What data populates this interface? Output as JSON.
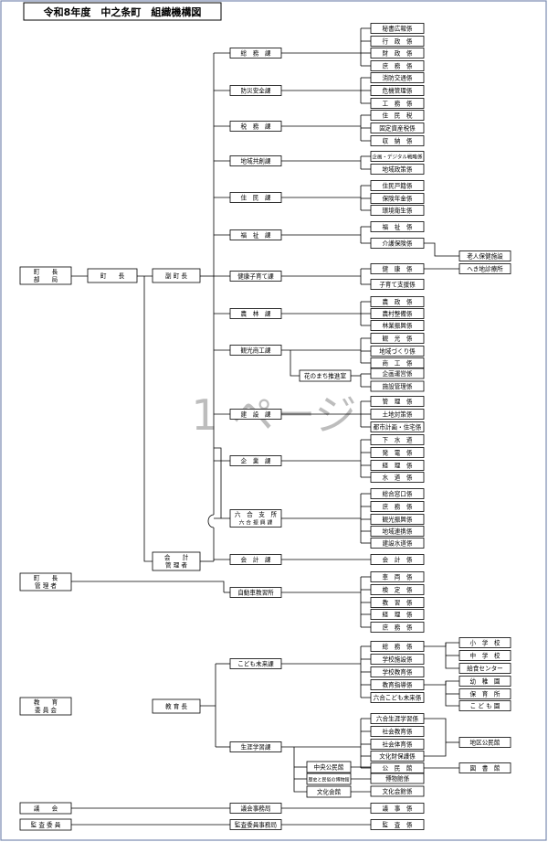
{
  "title": "令和8年度　中之条町　組織機構図",
  "watermark": "1 ページ",
  "heads": [
    {
      "id": "mayor_dept",
      "lines": [
        "町　　長",
        "部　　局"
      ]
    },
    {
      "id": "mayor",
      "lines": [
        "町　　長"
      ]
    },
    {
      "id": "vice_mayor",
      "lines": [
        "副 町 長"
      ]
    },
    {
      "id": "accountant",
      "lines": [
        "会　　計",
        "管 理 者"
      ]
    },
    {
      "id": "mayor_mgr",
      "lines": [
        "町　　長",
        "管 理 者"
      ]
    },
    {
      "id": "board",
      "lines": [
        "教　　育",
        "委 員 会"
      ]
    },
    {
      "id": "superintendent",
      "lines": [
        "教 育 長"
      ]
    },
    {
      "id": "assembly",
      "lines": [
        "議　　会"
      ]
    },
    {
      "id": "auditor",
      "lines": [
        "監 査 委 員"
      ]
    }
  ],
  "sections": [
    {
      "id": "somu",
      "lines": [
        "総　務　課"
      ],
      "units": [
        "秘書広報係",
        "行　政　係",
        "財　政　係",
        "庶　務　係"
      ]
    },
    {
      "id": "bousai",
      "lines": [
        "防災安全課"
      ],
      "units": [
        "消防交通係",
        "危機管理係",
        "工　務　係"
      ]
    },
    {
      "id": "zeimu",
      "lines": [
        "税　務　課"
      ],
      "units": [
        "住　民　税",
        "固定資産税係",
        "収　納　係"
      ]
    },
    {
      "id": "chiiki",
      "lines": [
        "地域共創課"
      ],
      "units": [
        "企画・デジタル戦略係",
        "地域政策係"
      ]
    },
    {
      "id": "jumin",
      "lines": [
        "住　民　課"
      ],
      "units": [
        "住民戸籍係",
        "保険年金係",
        "環境衛生係"
      ]
    },
    {
      "id": "fukushi",
      "lines": [
        "福　祉　課"
      ],
      "units": [
        "福　祉　係",
        "介護保険係"
      ]
    },
    {
      "id": "kenko",
      "lines": [
        "健康子育て課"
      ],
      "units": [
        "健　康　係",
        "子育て支援係"
      ]
    },
    {
      "id": "norin",
      "lines": [
        "農　林　課"
      ],
      "units": [
        "農　政　係",
        "農村整備係",
        "林業振興係"
      ]
    },
    {
      "id": "kanko",
      "lines": [
        "観光商工課"
      ],
      "units": [
        "観　光　係",
        "地域づくり係",
        "商　工　係"
      ]
    },
    {
      "id": "kensetsu",
      "lines": [
        "建　設　課"
      ],
      "units": [
        "管　理　係",
        "土地対策係",
        "都市計画・住宅係"
      ]
    },
    {
      "id": "kigyo",
      "lines": [
        "企　業　課"
      ],
      "units": [
        "下　水　道",
        "発　電　係",
        "経　理　係",
        "水　道　係"
      ]
    },
    {
      "id": "rokugo",
      "lines": [
        "六　合　支　所",
        "六 合 振 興 課"
      ],
      "units": [
        "総合窓口係",
        "庶　務　係",
        "観光振興係",
        "地域連携係",
        "建設水道係"
      ]
    },
    {
      "id": "kaikei",
      "lines": [
        "会　計　課"
      ],
      "units": [
        "会　計　係"
      ]
    },
    {
      "id": "jidosha",
      "lines": [
        "自動車教習所"
      ],
      "units": [
        "車　両　係",
        "検　定　係",
        "教　習　係",
        "経　理　係",
        "庶　務　係"
      ]
    },
    {
      "id": "kodomo",
      "lines": [
        "こども未来課"
      ],
      "units": [
        "総　務　係",
        "学校施設係",
        "学校教育係",
        "教育指導係",
        "六合こども未来係"
      ]
    },
    {
      "id": "shogai",
      "lines": [
        "生涯学習課"
      ],
      "units": [
        "六合生涯学習係",
        "社会教育係",
        "社会体育係",
        "文化財保護係",
        "公　民　館"
      ]
    },
    {
      "id": "gikai_jimu",
      "lines": [
        "議会事務局"
      ],
      "units": [
        "議　事　係"
      ]
    },
    {
      "id": "kansa_jimu",
      "lines": [
        "監査委員事務局"
      ],
      "units": [
        "監　査　係"
      ]
    }
  ],
  "sub_offices": [
    {
      "id": "hana",
      "lines": [
        "花のまち推進室"
      ],
      "units": [
        "企画運営係",
        "施設管理係"
      ]
    },
    {
      "id": "chuo",
      "lines": [
        "中央公民館"
      ],
      "units": []
    },
    {
      "id": "rekishi",
      "lines": [
        "歴史と民俗の博物館"
      ],
      "units": [
        "博物館係"
      ]
    },
    {
      "id": "bunka",
      "lines": [
        "文化会館"
      ],
      "units": [
        "文化会館係"
      ]
    }
  ],
  "facilities": [
    {
      "id": "roujin",
      "lines": [
        "老人保健施設"
      ]
    },
    {
      "id": "hekichi",
      "lines": [
        "へき地診療所"
      ]
    },
    {
      "id": "shogakko",
      "lines": [
        "小　学　校"
      ]
    },
    {
      "id": "chugakko",
      "lines": [
        "中　学　校"
      ]
    },
    {
      "id": "kyushoku",
      "lines": [
        "給食センター"
      ]
    },
    {
      "id": "yochien",
      "lines": [
        "幼　稚　園"
      ]
    },
    {
      "id": "hoikusho",
      "lines": [
        "保　育　所"
      ]
    },
    {
      "id": "kodomoen",
      "lines": [
        "こ ど も 園"
      ]
    },
    {
      "id": "chiku_kominkan",
      "lines": [
        "地区公民館"
      ]
    },
    {
      "id": "toshokan",
      "lines": [
        "図　書　館"
      ]
    }
  ]
}
